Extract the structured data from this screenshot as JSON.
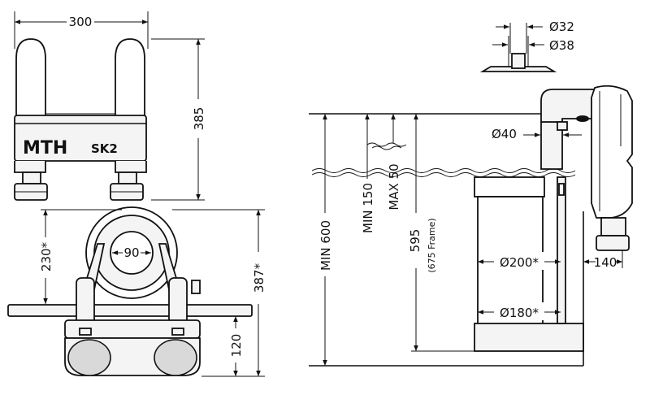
{
  "brand": {
    "logo": "MTH",
    "model": "SK2"
  },
  "dimensions": {
    "width_top": "300",
    "height_top": "385",
    "pipe_inner": "Ø32",
    "pipe_outer": "Ø38",
    "height_side_left": "230*",
    "height_side_right": "387*",
    "center_bore": "90",
    "bottom_height": "120",
    "min_depth": "MIN 600",
    "min_150": "MIN 150",
    "max_50": "MAX 50",
    "frame_height": "595",
    "frame_note": "(675 Frame)",
    "inlet_diameter": "Ø40",
    "basket_diameter": "Ø200*",
    "basket_bottom_diameter": "Ø180*",
    "offset": "140"
  },
  "colors": {
    "line": "#111111",
    "fill": "#f4f4f4",
    "shade": "#d9d9d9"
  }
}
